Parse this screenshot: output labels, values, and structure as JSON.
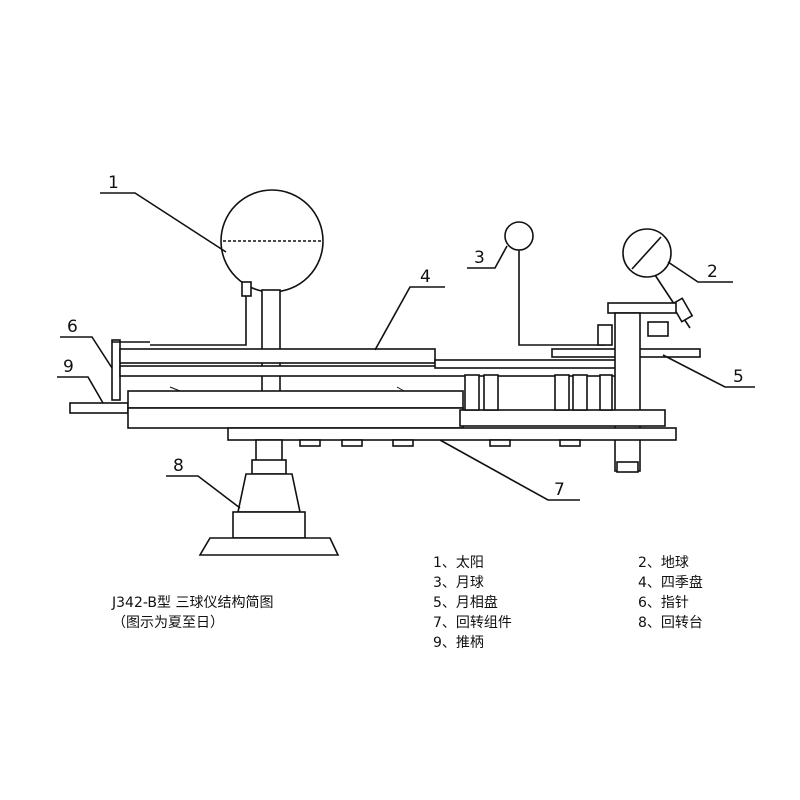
{
  "diagram": {
    "callouts": [
      {
        "id": "1",
        "label": "1"
      },
      {
        "id": "2",
        "label": "2"
      },
      {
        "id": "3",
        "label": "3"
      },
      {
        "id": "4",
        "label": "4"
      },
      {
        "id": "5",
        "label": "5"
      },
      {
        "id": "6",
        "label": "6"
      },
      {
        "id": "7",
        "label": "7"
      },
      {
        "id": "8",
        "label": "8"
      },
      {
        "id": "9",
        "label": "9"
      }
    ],
    "caption": {
      "line1": "J342-B型  三球仪结构简图",
      "line2": "（图示为夏至日）"
    },
    "legend": [
      {
        "text": "1、太阳"
      },
      {
        "text": "2、地球"
      },
      {
        "text": "3、月球"
      },
      {
        "text": "4、四季盘"
      },
      {
        "text": "5、月相盘"
      },
      {
        "text": "6、指针"
      },
      {
        "text": "7、回转组件"
      },
      {
        "text": "8、回转台"
      },
      {
        "text": "9、推柄"
      }
    ]
  }
}
